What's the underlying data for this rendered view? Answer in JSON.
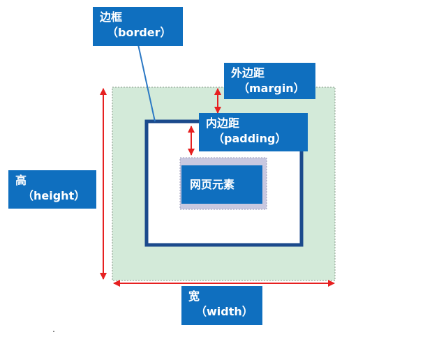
{
  "labels": {
    "border": {
      "zh": "边框",
      "en": "（border）"
    },
    "margin": {
      "zh": "外边距",
      "en": "（margin）"
    },
    "padding": {
      "zh": "内边距",
      "en": "（padding）"
    },
    "element": {
      "zh": "网页元素"
    },
    "height": {
      "zh": "高",
      "en": "（height）"
    },
    "width": {
      "zh": "宽",
      "en": "（width）"
    }
  },
  "colors": {
    "label_bg": "#0f6fbf",
    "margin_fill": "#d3ead9",
    "border_stroke": "#1b4a8c",
    "content_fill": "#c8c8e0",
    "arrow_red": "#e62020",
    "pointer_line": "#2b78c4"
  }
}
